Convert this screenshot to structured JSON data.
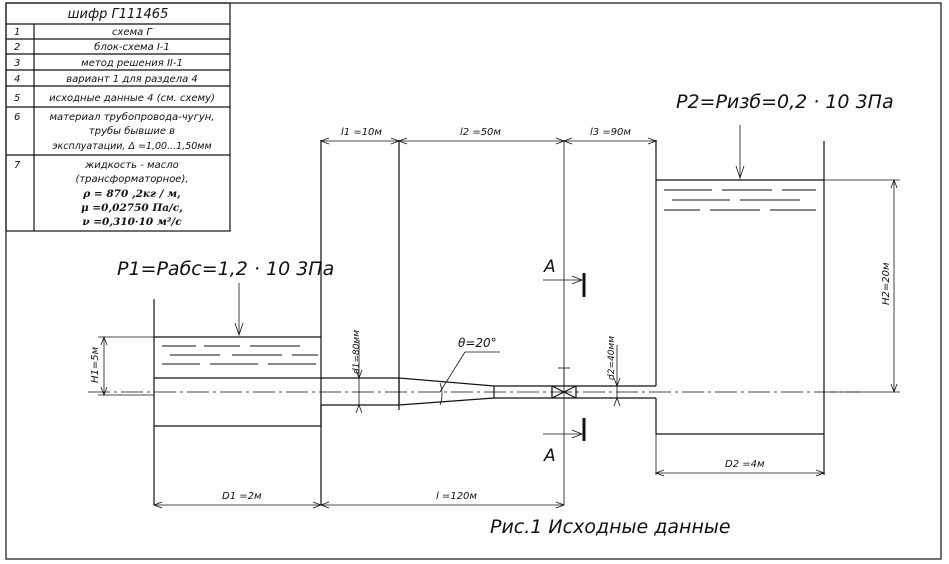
{
  "table": {
    "header": "шифр Г111465",
    "rows": [
      {
        "num": "1",
        "lines": [
          "схема Г"
        ]
      },
      {
        "num": "2",
        "lines": [
          "блок-схема I-1"
        ]
      },
      {
        "num": "3",
        "lines": [
          "метод решения II-1"
        ]
      },
      {
        "num": "4",
        "lines": [
          "вариант 1 для раздела 4"
        ]
      },
      {
        "num": "5",
        "lines": [
          "исходные данные 4 (см. схему)"
        ]
      },
      {
        "num": "6",
        "lines": [
          "материал трубопровода-чугун,",
          "трубы бывшие в",
          "эксплуатации, Δ =1,00...1,50мм"
        ]
      },
      {
        "num": "7",
        "lines": [
          "жидкость - масло",
          "(трансформаторное),",
          "ρ = 870 ,2кг / м,",
          "μ =0,02750 Па/с,",
          "ν =0,310·10  м²/с"
        ]
      }
    ]
  },
  "drawing": {
    "p1_label": "P1=Pабс=1,2 · 10 3Па",
    "p2_label": "P2=Pизб=0,2 · 10 3Па",
    "h1_label": "H1=5м",
    "h2_label": "H2=20м",
    "d1_label": "d1=80мм",
    "d2_label": "d2=40мм",
    "l1_label": "l1 =10м",
    "l2_label": "l2 =50м",
    "l3_label": "l3 =90м",
    "l_label": "l =120м",
    "D1_label": "D1 =2м",
    "D2_label": "D2 =4м",
    "theta_label": "θ=20°",
    "section_label_top": "A",
    "section_label_bottom": "A",
    "caption": "Рис.1 Исходные данные"
  }
}
